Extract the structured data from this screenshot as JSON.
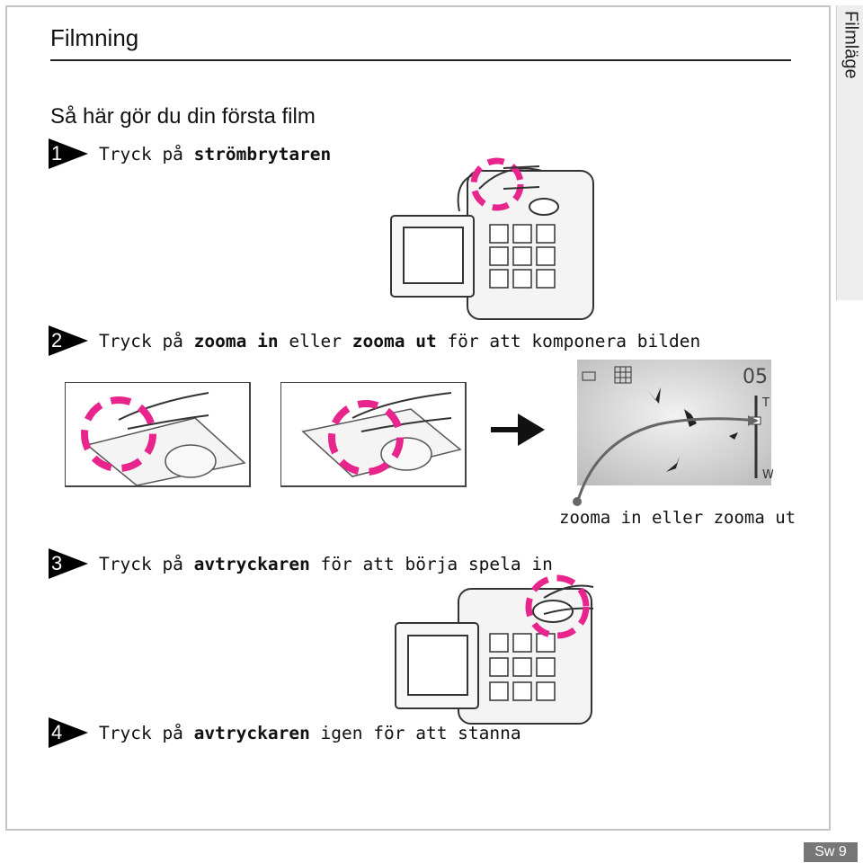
{
  "side_tab": {
    "label": "Filmläge"
  },
  "page": {
    "title": "Filmning",
    "section_heading": "Så här gör du din första film",
    "page_number": "Sw 9"
  },
  "steps": [
    {
      "number": "1",
      "prefix": "Tryck på ",
      "bold": "strömbrytaren",
      "suffix": ""
    },
    {
      "number": "2",
      "prefix": "Tryck på ",
      "bold": "zooma in",
      "middle": " eller ",
      "bold2": "zooma ut",
      "suffix": " för att komponera bilden"
    },
    {
      "number": "3",
      "prefix": "Tryck på ",
      "bold": "avtryckaren",
      "suffix": " för att börja spela in"
    },
    {
      "number": "4",
      "prefix": "Tryck på ",
      "bold": "avtryckaren",
      "suffix": " igen för att stanna"
    }
  ],
  "zoom_figure": {
    "caption": "zooma in eller zooma ut",
    "counter": "05",
    "tele_label": "T",
    "wide_label": "W",
    "zoom_level": 0.8
  },
  "colors": {
    "highlight": "#e8258c",
    "arrow": "#111111"
  },
  "icons": [
    "camera-power-illustration",
    "zoom-button-illustration",
    "arrow-right-icon",
    "lcd-preview-illustration",
    "camera-shutter-illustration"
  ]
}
